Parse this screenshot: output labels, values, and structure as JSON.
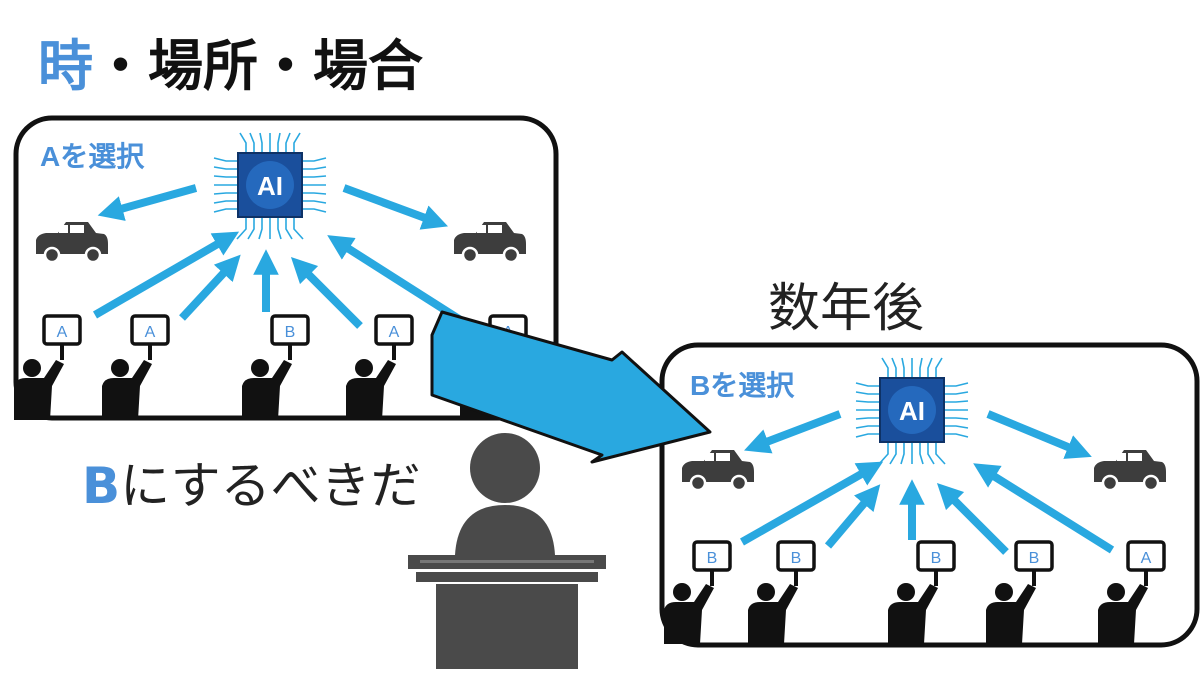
{
  "heading": {
    "highlight": "時",
    "rest": "・場所・場合"
  },
  "later_label": "数年後",
  "speech": {
    "highlight": "B",
    "rest": "にするべきだ"
  },
  "colors": {
    "accent": "#4a90d9",
    "arrow": "#29a8e0",
    "chip_bg": "#1a4f9c",
    "person": "#111111",
    "car": "#3d3d3d",
    "speaker": "#4a4a4a"
  },
  "panels": [
    {
      "choice_label": "Aを選択",
      "ai_label": "AI",
      "voters": [
        "A",
        "A",
        "B",
        "A",
        "A"
      ]
    },
    {
      "choice_label": "Bを選択",
      "ai_label": "AI",
      "voters": [
        "B",
        "B",
        "B",
        "B",
        "A"
      ]
    }
  ],
  "icons": [
    "car-icon",
    "ai-chip-icon",
    "person-icon",
    "speaker-at-podium-icon",
    "big-arrow-icon"
  ]
}
